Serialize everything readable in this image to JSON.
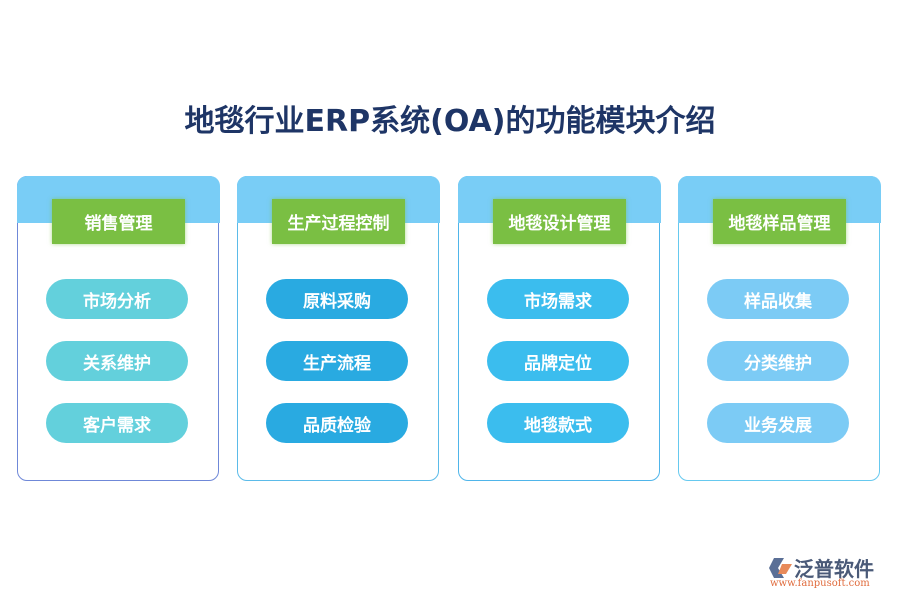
{
  "title": "地毯行业ERP系统(OA)的功能模块介绍",
  "colors": {
    "band": "#79cdf6",
    "header": "#7abf43"
  },
  "cards": [
    {
      "header": "销售管理",
      "border": "#6f88d8",
      "pill_color": "#63d0dc",
      "items": [
        "市场分析",
        "关系维护",
        "客户需求"
      ]
    },
    {
      "header": "生产过程控制",
      "border": "#5bbbe9",
      "pill_color": "#29aae1",
      "items": [
        "原料采购",
        "生产流程",
        "品质检验"
      ]
    },
    {
      "header": "地毯设计管理",
      "border": "#4fb5ea",
      "pill_color": "#3bbdee",
      "items": [
        "市场需求",
        "品牌定位",
        "地毯款式"
      ]
    },
    {
      "header": "地毯样品管理",
      "border": "#66c9ef",
      "pill_color": "#7ccbf5",
      "items": [
        "样品收集",
        "分类维护",
        "业务发展"
      ]
    }
  ],
  "logo": {
    "name": "泛普软件",
    "url": "www.fanpusoft.com"
  }
}
